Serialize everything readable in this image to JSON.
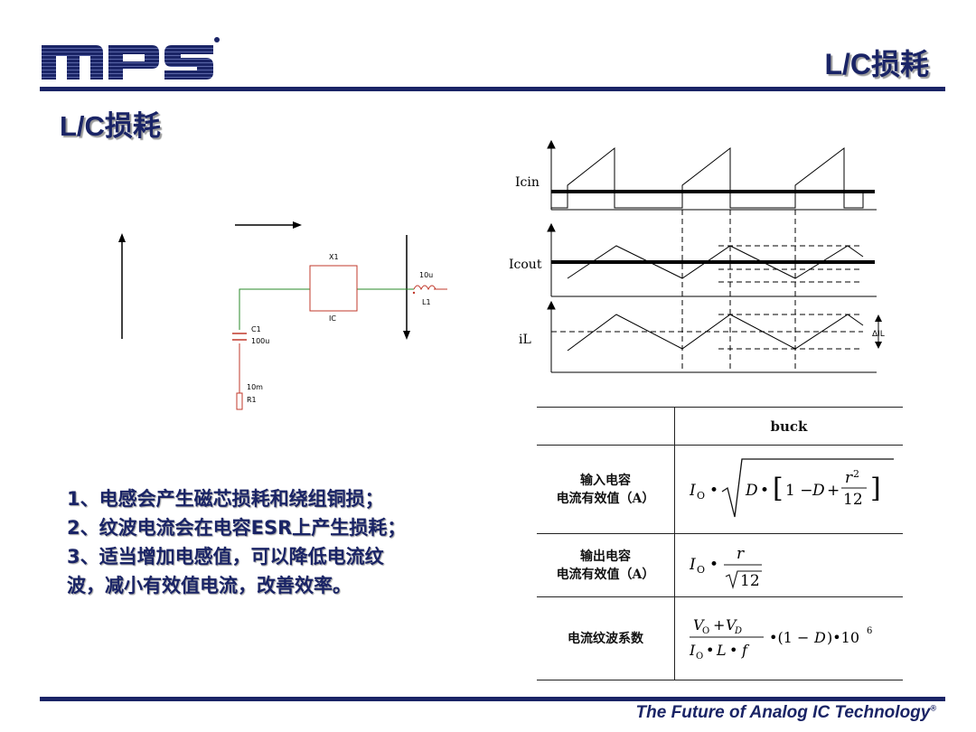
{
  "header": {
    "logo_text": "mps",
    "title": "L/C损耗"
  },
  "slide": {
    "title": "L/C损耗"
  },
  "schematic": {
    "ic_ref": "X1",
    "ic_label": "IC",
    "inductor_value": "10u",
    "inductor_ref": "L1",
    "cap_ref": "C1",
    "cap_value": "100u",
    "res_value": "10m",
    "res_ref": "R1"
  },
  "waveforms": {
    "labels": [
      "Icin",
      "Icout",
      "iL"
    ],
    "ripple_label": "ΔIL"
  },
  "points": [
    "1、电感会产生磁芯损耗和绕组铜损；",
    "2、纹波电流会在电容ESR上产生损耗；",
    "3、适当增加电感值，可以降低电流纹",
    "波，减小有效值电流，改善效率。"
  ],
  "table": {
    "header": "buck",
    "rows": [
      {
        "label_line1": "输入电容",
        "label_line2": "电流有效值（A）"
      },
      {
        "label_line1": "输出电容",
        "label_line2": "电流有效值（A）"
      },
      {
        "label_line1": "电流纹波系数",
        "label_line2": ""
      }
    ]
  },
  "footer": {
    "text": "The Future of Analog IC Technology",
    "mark": "®"
  }
}
